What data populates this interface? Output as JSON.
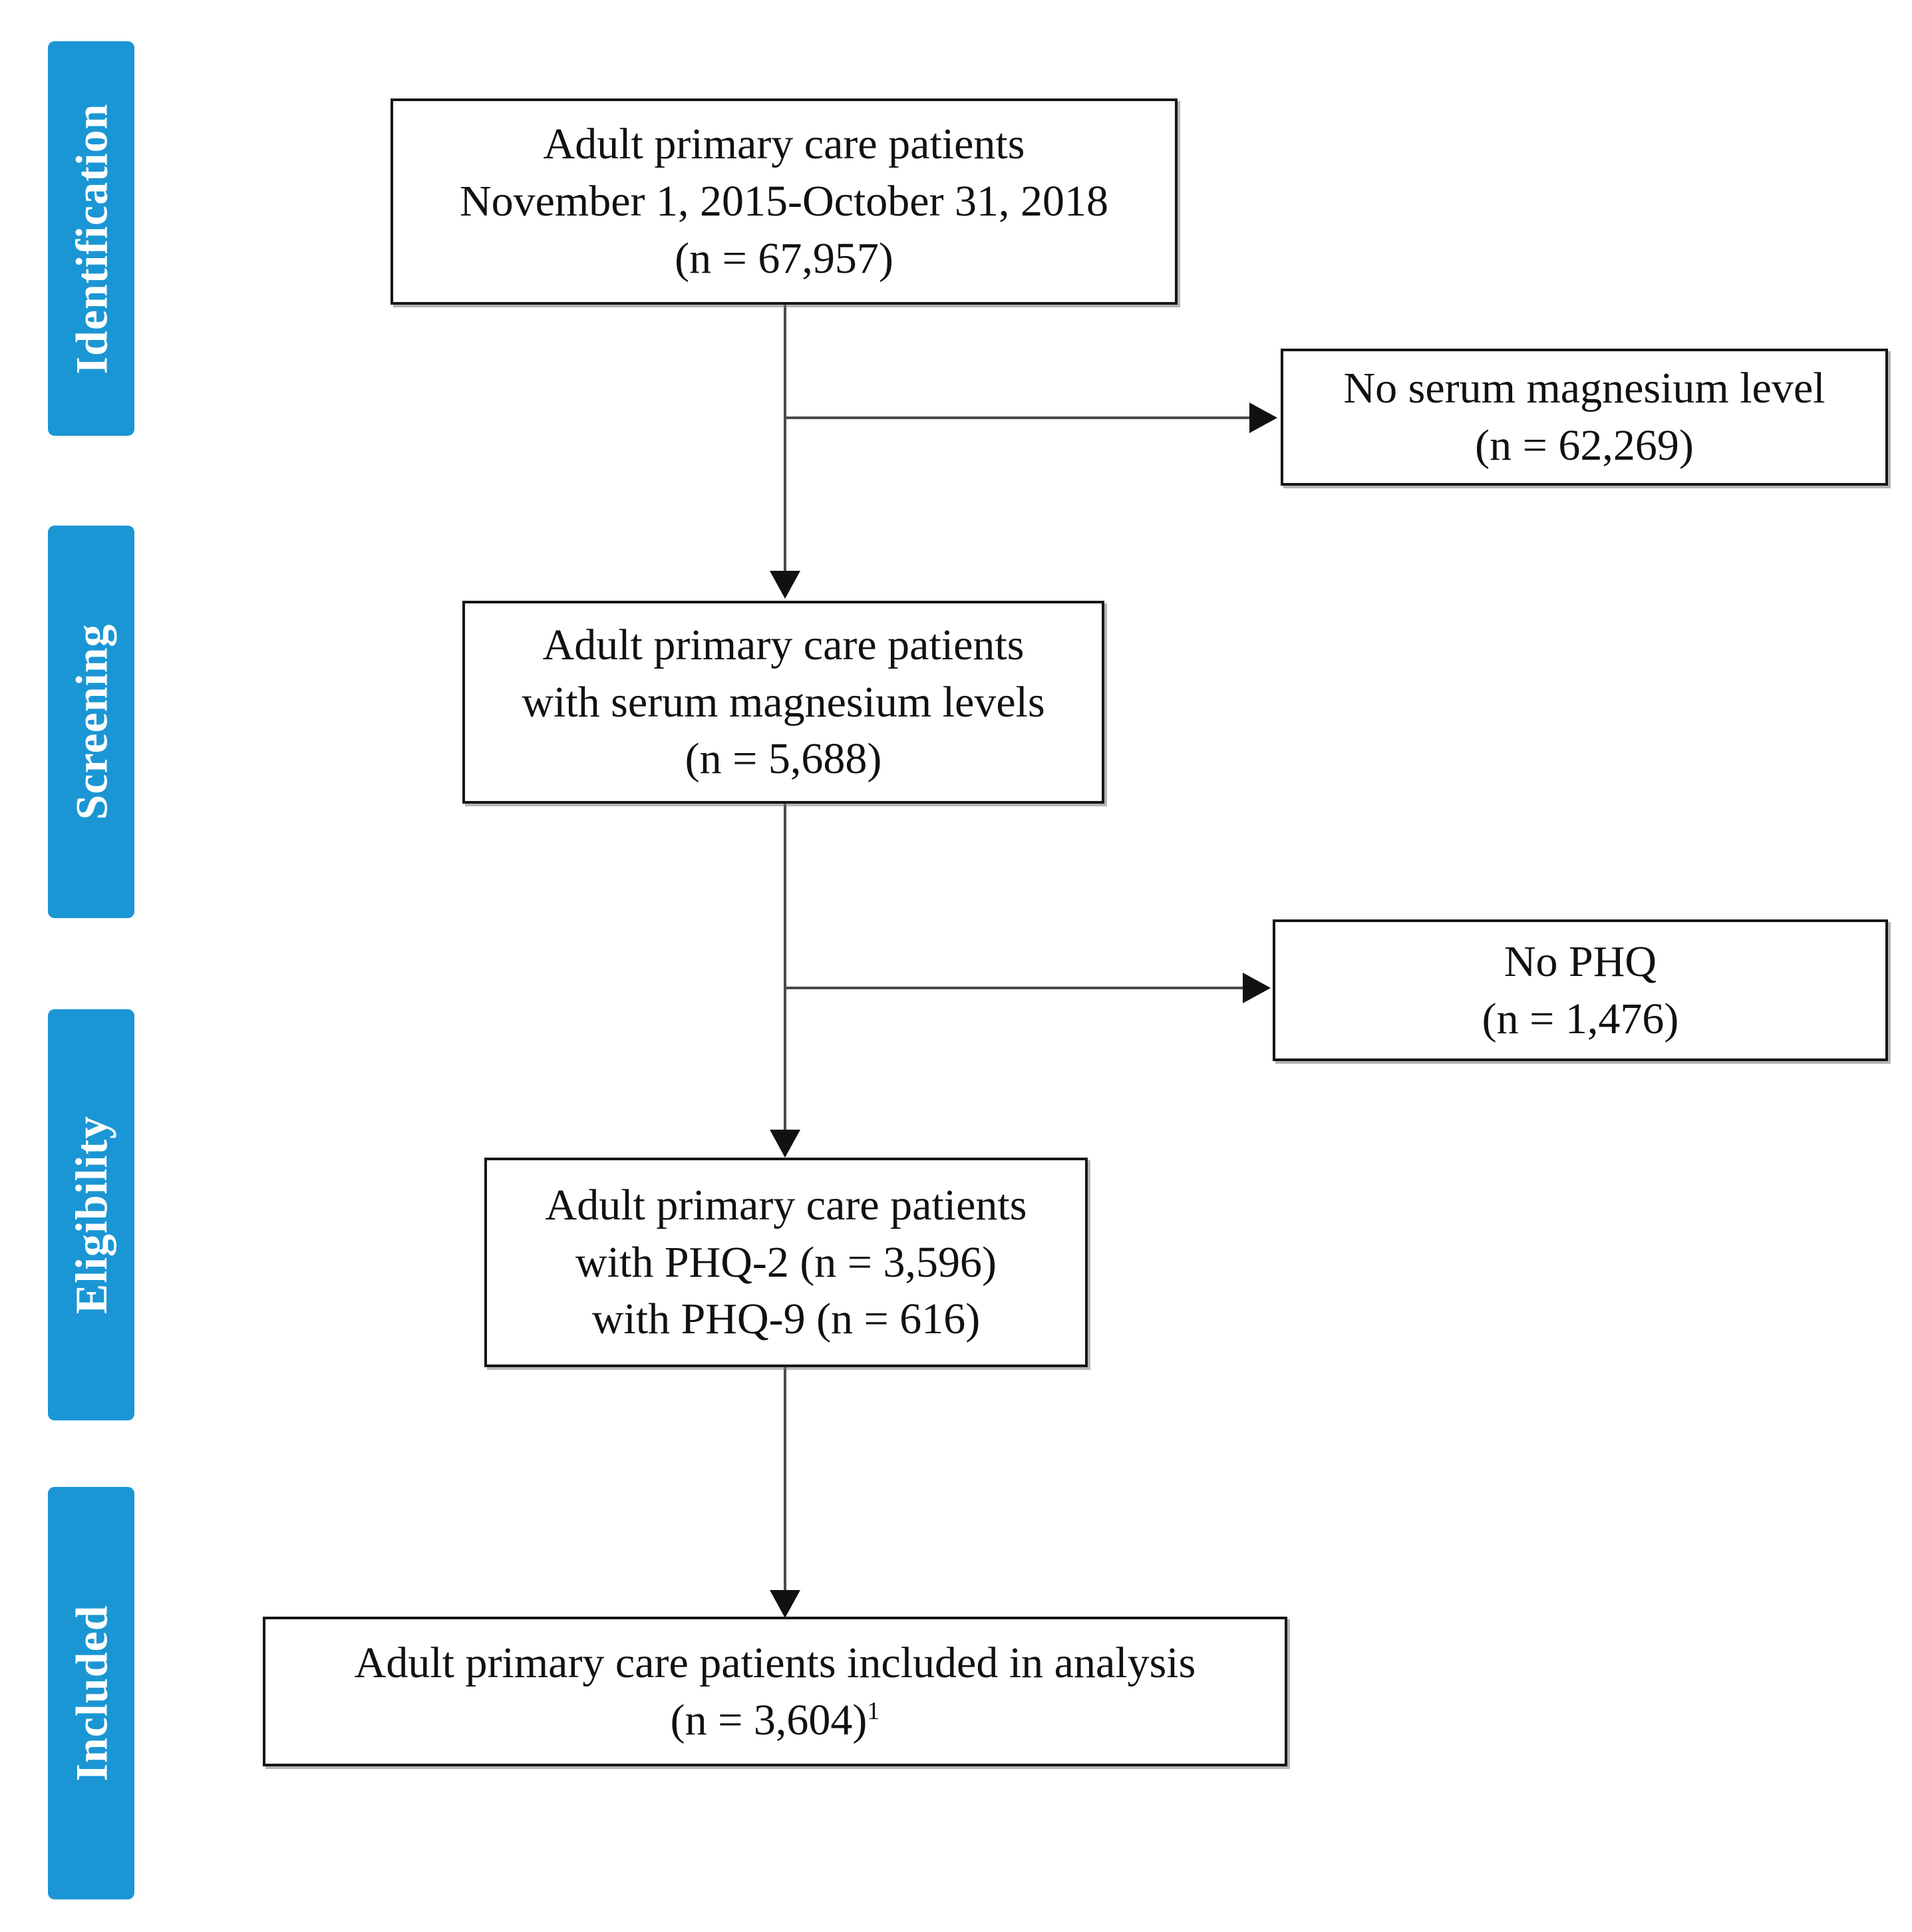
{
  "figure": {
    "type": "prisma-flow-diagram",
    "accent_color": "#1b96d4",
    "box_border_color": "#161616",
    "connector_color": "#4a4a4a",
    "background_color": "#ffffff"
  },
  "stages": [
    {
      "id": "identification",
      "label": "Identification"
    },
    {
      "id": "screening",
      "label": "Screening"
    },
    {
      "id": "eligibility",
      "label": "Eligibility"
    },
    {
      "id": "included",
      "label": "Included"
    }
  ],
  "boxes": {
    "identification": {
      "line1": "Adult primary care patients",
      "line2": "November 1, 2015-October 31, 2018",
      "line3": "(n = 67,957)"
    },
    "exclusion_no_magnesium": {
      "line1": "No serum magnesium level",
      "line2": "(n = 62,269)"
    },
    "screening": {
      "line1": "Adult primary care patients",
      "line2": "with serum magnesium levels",
      "line3": "(n = 5,688)"
    },
    "exclusion_no_phq": {
      "line1": "No PHQ",
      "line2": "(n = 1,476)"
    },
    "eligibility": {
      "line1": "Adult primary care patients",
      "line2": "with PHQ-2 (n = 3,596)",
      "line3": "with PHQ-9 (n = 616)"
    },
    "included": {
      "line1": "Adult primary care patients included in analysis",
      "line2_prefix": "(n = 3,604)",
      "line2_superscript": "1"
    }
  },
  "chart_data": {
    "type": "table",
    "title": "PRISMA-style participant selection flow",
    "nodes": [
      {
        "stage": "Identification",
        "label": "Adult primary care patients November 1, 2015-October 31, 2018",
        "n": 67957
      },
      {
        "stage": "Identification",
        "label": "Excluded: No serum magnesium level",
        "n": 62269
      },
      {
        "stage": "Screening",
        "label": "Adult primary care patients with serum magnesium levels",
        "n": 5688
      },
      {
        "stage": "Screening",
        "label": "Excluded: No PHQ",
        "n": 1476
      },
      {
        "stage": "Eligibility",
        "label": "Adult primary care patients with PHQ-2",
        "n": 3596
      },
      {
        "stage": "Eligibility",
        "label": "Adult primary care patients with PHQ-9",
        "n": 616
      },
      {
        "stage": "Included",
        "label": "Adult primary care patients included in analysis",
        "n": 3604
      }
    ]
  }
}
